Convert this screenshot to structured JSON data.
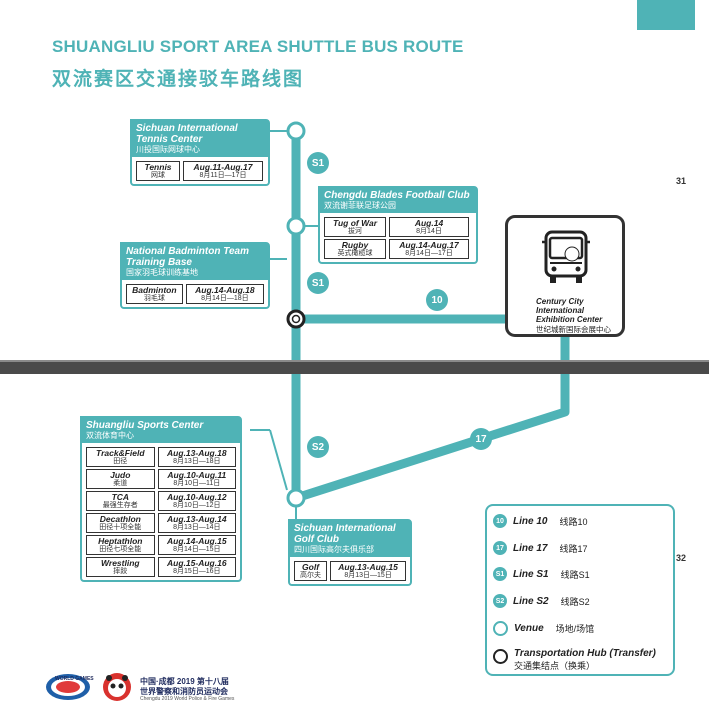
{
  "header": {
    "title_en": "SHUANGLIU SPORT AREA SHUTTLE BUS ROUTE",
    "title_cn": "双流赛区交通接驳车路线图"
  },
  "page_numbers": {
    "top": "31",
    "bottom": "32"
  },
  "venues": {
    "tennis": {
      "name_en_1": "Sichuan International",
      "name_en_2": "Tennis Center",
      "name_cn": "川投国际网球中心",
      "events": [
        {
          "en": "Tennis",
          "cn": "网球",
          "date_en": "Aug.11-Aug.17",
          "date_cn": "8月11日—17日"
        }
      ]
    },
    "football": {
      "name_en_1": "Chengdu Blades Football Club",
      "name_cn": "双流谢菲联足球公园",
      "events": [
        {
          "en": "Tug of War",
          "cn": "拔河",
          "date_en": "Aug.14",
          "date_cn": "8月14日"
        },
        {
          "en": "Rugby",
          "cn": "英式橄榄球",
          "date_en": "Aug.14-Aug.17",
          "date_cn": "8月14日—17日"
        }
      ]
    },
    "badminton": {
      "name_en_1": "National Badminton Team",
      "name_en_2": "Training Base",
      "name_cn": "国家羽毛球训练基地",
      "events": [
        {
          "en": "Badminton",
          "cn": "羽毛球",
          "date_en": "Aug.14-Aug.18",
          "date_cn": "8月14日—18日"
        }
      ]
    },
    "sports_center": {
      "name_en_1": "Shuangliu Sports Center",
      "name_cn": "双流体育中心",
      "events": [
        {
          "en": "Track&Field",
          "cn": "田径",
          "date_en": "Aug.13-Aug.18",
          "date_cn": "8月13日—18日"
        },
        {
          "en": "Judo",
          "cn": "柔道",
          "date_en": "Aug.10-Aug.11",
          "date_cn": "8月10日—11日"
        },
        {
          "en": "TCA",
          "cn": "最强生存者",
          "date_en": "Aug.10-Aug.12",
          "date_cn": "8月10日—12日"
        },
        {
          "en": "Decathlon",
          "cn": "田径十项全能",
          "date_en": "Aug.13-Aug.14",
          "date_cn": "8月13日—14日"
        },
        {
          "en": "Heptathlon",
          "cn": "田径七项全能",
          "date_en": "Aug.14-Aug.15",
          "date_cn": "8月14日—15日"
        },
        {
          "en": "Wrestling",
          "cn": "摔跤",
          "date_en": "Aug.15-Aug.16",
          "date_cn": "8月15日—16日"
        }
      ]
    },
    "golf": {
      "name_en_1": "Sichuan International",
      "name_en_2": "Golf Club",
      "name_cn": "四川国际高尔夫俱乐部",
      "events": [
        {
          "en": "Golf",
          "cn": "高尔夫",
          "date_en": "Aug.13-Aug.15",
          "date_cn": "8月13日—15日"
        }
      ]
    }
  },
  "hub": {
    "name_en_1": "Century City",
    "name_en_2": "International",
    "name_en_3": "Exhibition Center",
    "name_cn": "世纪城新国际会展中心"
  },
  "routes": {
    "s1_a": "S1",
    "s1_b": "S1",
    "line10": "10",
    "s2": "S2",
    "line17": "17"
  },
  "legend": {
    "items": [
      {
        "badge": "10",
        "en": "Line 10",
        "cn": "线路10"
      },
      {
        "badge": "17",
        "en": "Line 17",
        "cn": "线路17"
      },
      {
        "badge": "S1",
        "en": "Line S1",
        "cn": "线路S1"
      },
      {
        "badge": "S2",
        "en": "Line S2",
        "cn": "线路S2"
      }
    ],
    "venue_en": "Venue",
    "venue_cn": "场地/场馆",
    "hub_en": "Transportation Hub (Transfer)",
    "hub_cn": "交通集结点（换乘）"
  },
  "footer": {
    "world_games": "WORLD GAMES",
    "line1": "中国·成都 2019 第十八届",
    "line2": "世界警察和消防员运动会",
    "line3": "Chengdu 2019 World Police & Fire Games"
  },
  "colors": {
    "accent": "#4fb3b6",
    "dark": "#333333",
    "divider": "#4a4a4a"
  }
}
